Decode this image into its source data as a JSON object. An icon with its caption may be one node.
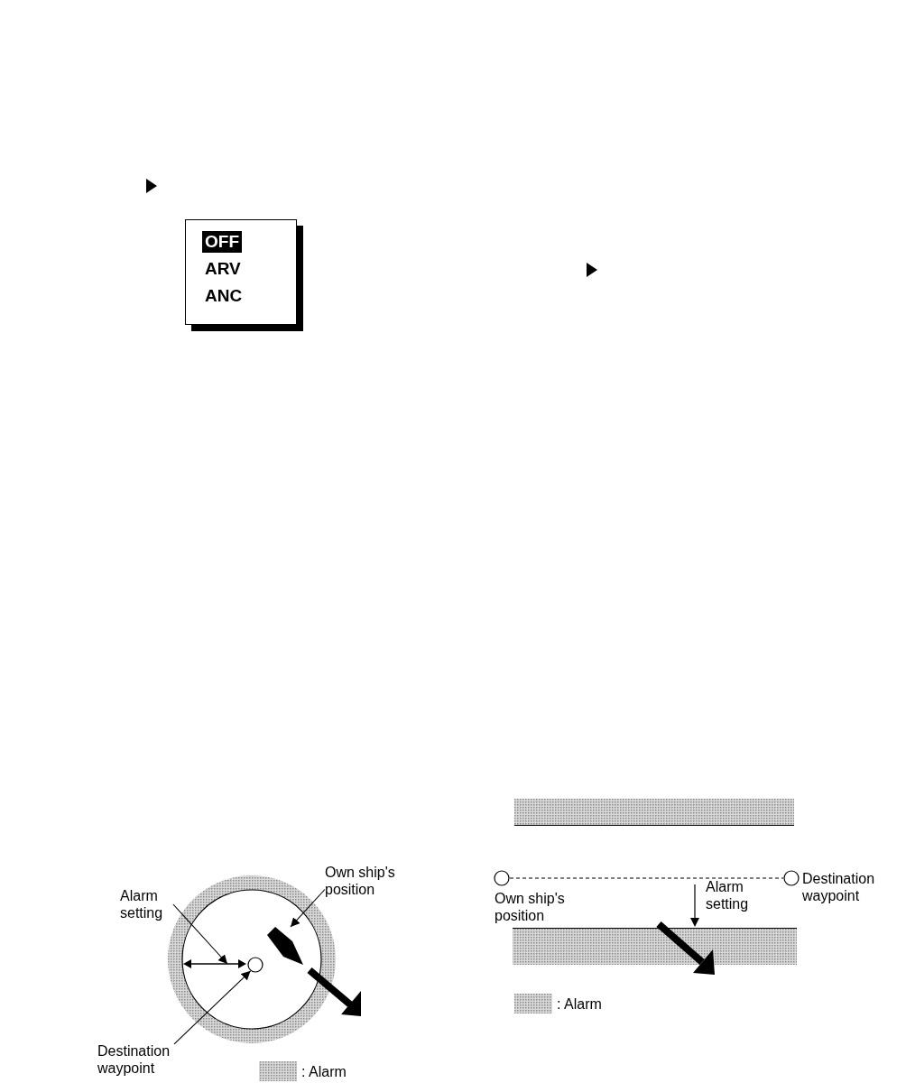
{
  "diagram": {
    "nodes": [
      {
        "text": [
          "OFF",
          "ARV",
          "ANC"
        ]
      },
      {
        "text": [
          "Alarm setting"
        ]
      },
      {
        "text": [
          "Own ship's position"
        ]
      },
      {
        "text": [],
        "shape": "ship"
      },
      {
        "text": [],
        "shape": "circle"
      },
      {
        "text": [
          "Destination waypoint"
        ]
      },
      {
        "text": [],
        "shape": "circle",
        "beside": [
          "Own ship's position"
        ]
      },
      {
        "text": [],
        "shape": "circle",
        "beside": [
          "Destination waypoint"
        ]
      },
      {
        "text": [],
        "shape": "line"
      }
    ],
    "edges": [
      {
        "from": 1,
        "to": 8,
        "arrow": "to"
      },
      {
        "from": 2,
        "to": 3,
        "arrow": "to"
      },
      {
        "from": 5,
        "to": 4,
        "arrow": "to"
      },
      {
        "from": 6,
        "to": 7,
        "arrow": "none",
        "style": "dashed"
      }
    ],
    "labels": [
      "Alarm setting"
    ],
    "legend": [
      {
        "text": ": Alarm"
      },
      {
        "text": ": Alarm"
      }
    ]
  }
}
